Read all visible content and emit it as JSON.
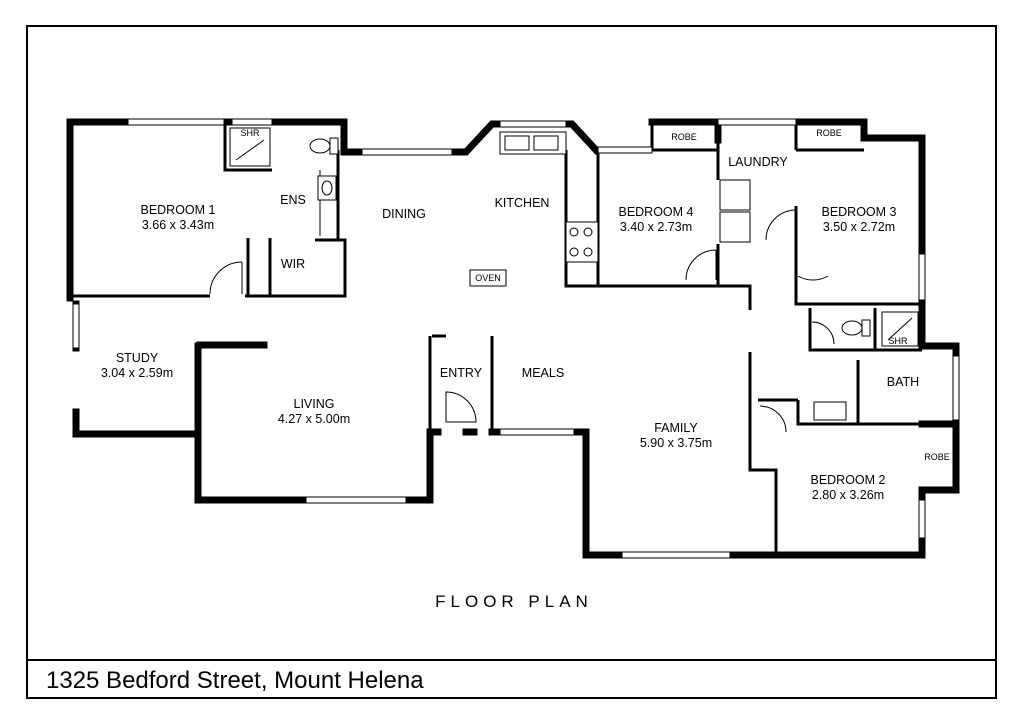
{
  "plan_title": "FLOOR PLAN",
  "address": "1325 Bedford Street, Mount Helena",
  "rooms": {
    "bedroom1": {
      "name": "BEDROOM 1",
      "size": "3.66 x 3.43m"
    },
    "ens": {
      "name": "ENS"
    },
    "wir": {
      "name": "WIR"
    },
    "shr1": {
      "name": "SHR"
    },
    "dining": {
      "name": "DINING"
    },
    "kitchen": {
      "name": "KITCHEN"
    },
    "oven": {
      "name": "OVEN"
    },
    "bedroom4": {
      "name": "BEDROOM 4",
      "size": "3.40 x 2.73m"
    },
    "robe4": {
      "name": "ROBE"
    },
    "laundry": {
      "name": "LAUNDRY"
    },
    "bedroom3": {
      "name": "BEDROOM 3",
      "size": "3.50 x 2.72m"
    },
    "robe3": {
      "name": "ROBE"
    },
    "study": {
      "name": "STUDY",
      "size": "3.04 x 2.59m"
    },
    "living": {
      "name": "LIVING",
      "size": "4.27 x 5.00m"
    },
    "entry": {
      "name": "ENTRY"
    },
    "meals": {
      "name": "MEALS"
    },
    "family": {
      "name": "FAMILY",
      "size": "5.90 x 3.75m"
    },
    "shr2": {
      "name": "SHR"
    },
    "bath": {
      "name": "BATH"
    },
    "robe2": {
      "name": "ROBE"
    },
    "bedroom2": {
      "name": "BEDROOM 2",
      "size": "2.80 x 3.26m"
    }
  }
}
